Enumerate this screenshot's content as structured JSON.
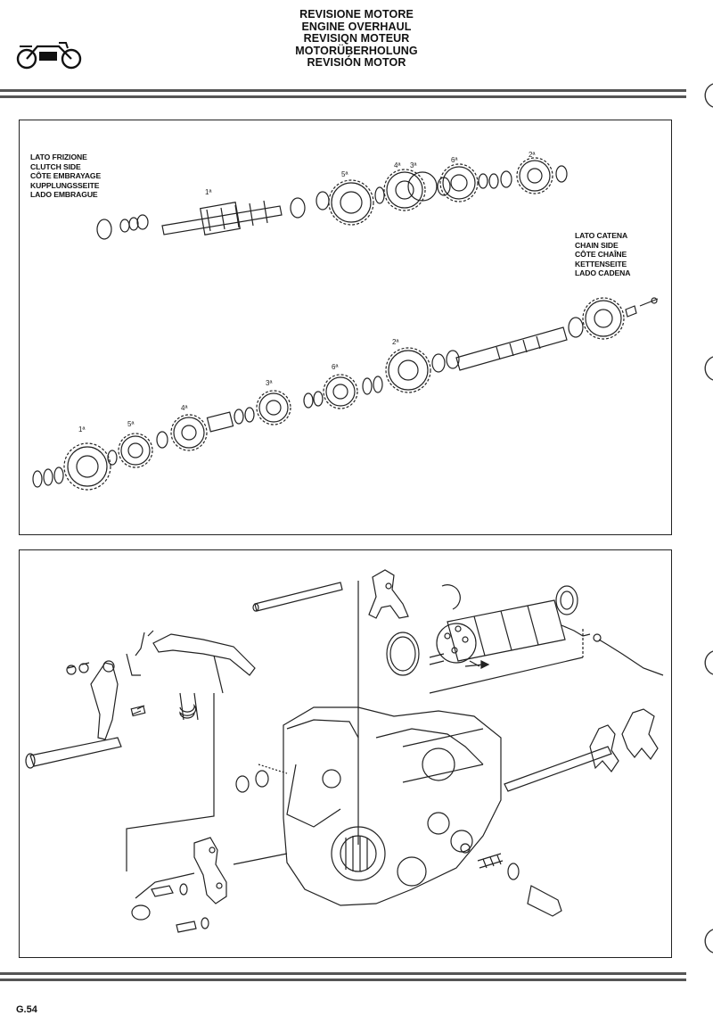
{
  "header": {
    "logo_icon": "motorcycle-logo-icon",
    "titles": [
      "REVISIONE MOTORE",
      "ENGINE OVERHAUL",
      "REVISIQN MOTEUR",
      "MOTORÜBERHOLUNG",
      "REVISIÓN MOTOR"
    ]
  },
  "gearbox_diagram": {
    "clutch_side_labels": [
      "LATO FRIZIONE",
      "CLUTCH SIDE",
      "CÔTE EMBRAYAGE",
      "KUPPLUNGSSEITE",
      "LADO EMBRAGUE"
    ],
    "chain_side_labels": [
      "LATO CATENA",
      "CHAIN SIDE",
      "CÔTE CHAÎNE",
      "KETTENSEITE",
      "LADO CADENA"
    ],
    "upper_shaft_gear_labels": [
      "1ª",
      "5ª",
      "4ª",
      "3ª",
      "6ª",
      "2ª"
    ],
    "lower_shaft_gear_labels": [
      "1ª",
      "5ª",
      "4ª",
      "3ª",
      "6ª",
      "2ª"
    ]
  },
  "selector_diagram": {
    "illustration": "gear-selector-assembly-exploded-view"
  },
  "footer": {
    "page_number": "G.54"
  }
}
